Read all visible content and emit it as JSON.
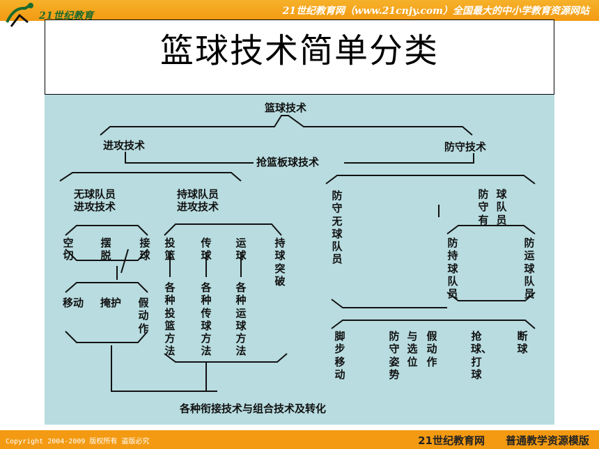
{
  "header": {
    "logo_text": "21世纪教育",
    "slogan": "21世纪教育网（www.21cnjy.com）全国最大的中小学教育资源网站"
  },
  "title": "篮球技术简单分类",
  "tree": {
    "root": "篮球技术",
    "offense": "进攻技术",
    "defense": "防守技术",
    "rebound": "抢篮板球技术",
    "off_no_ball": "无球队员\n进攻技术",
    "off_ball": "持球队员\n进攻技术",
    "cut": "空切",
    "shake": "摆脱",
    "receive": "接球",
    "move": "移动",
    "screen": "掩护",
    "fake_left": "假动作",
    "shoot": "投篮",
    "pass": "传球",
    "dribble": "运球",
    "drive": "持球突破",
    "shoot_methods": "各种投篮方法",
    "pass_methods": "各种传球方法",
    "dribble_methods": "各种运球方法",
    "def_no_ball": "防守无球队员",
    "def_ball_col1": "防守有",
    "def_ball_col2": "球队员",
    "def_holder": "防持球队员",
    "def_dribbler": "防运球队员",
    "footwork": "脚步移动",
    "stance": "防守姿势",
    "position": "与选位",
    "fake_right": "假动作",
    "steal": "抢球、打球",
    "intercept": "断球",
    "bottom": "各种衔接技术与组合技术及转化"
  },
  "footer": {
    "copyright": "Copyright 2004-2009 版权所有 盗版必究",
    "brand": "21世纪教育网　　普通教学资源模版"
  }
}
